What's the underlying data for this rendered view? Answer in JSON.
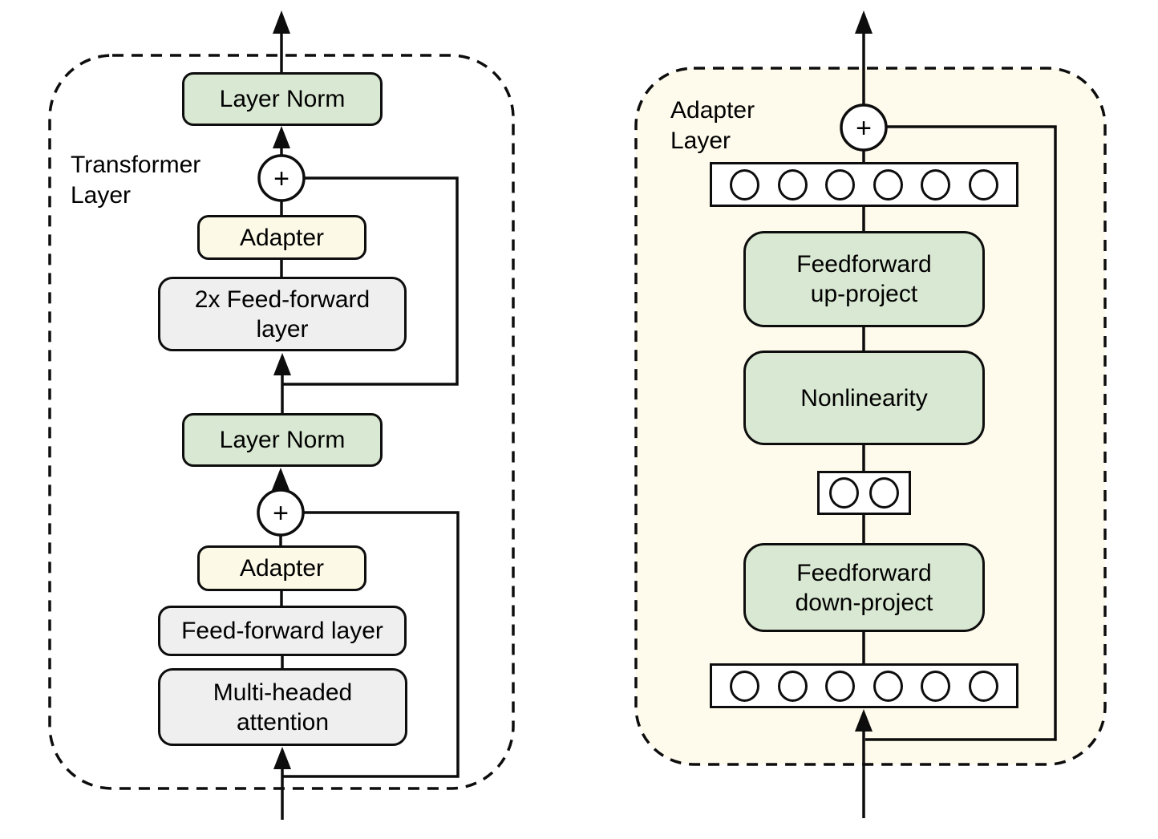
{
  "symbols": {
    "plus": "+"
  },
  "colors": {
    "green_fill": "#d9e8d2",
    "yellow_fill": "#fcf9e6",
    "gray_fill": "#efefef",
    "panel_bg": "#fefaec",
    "line": "#0d0d0d"
  },
  "left_panel": {
    "label": "Transformer\nLayer",
    "layer_norm_top": "Layer Norm",
    "adapter_top": "Adapter",
    "feed_forward_2x": "2x Feed-forward\nlayer",
    "layer_norm_bottom": "Layer Norm",
    "adapter_bottom": "Adapter",
    "feed_forward": "Feed-forward layer",
    "multi_headed_attention": "Multi-headed\nattention"
  },
  "right_panel": {
    "label": "Adapter\nLayer",
    "feedforward_up_project": "Feedforward\nup-project",
    "nonlinearity": "Nonlinearity",
    "feedforward_down_project": "Feedforward\ndown-project",
    "feature_rows": {
      "top_count": 6,
      "bottleneck_count": 2,
      "bottom_count": 6
    }
  }
}
